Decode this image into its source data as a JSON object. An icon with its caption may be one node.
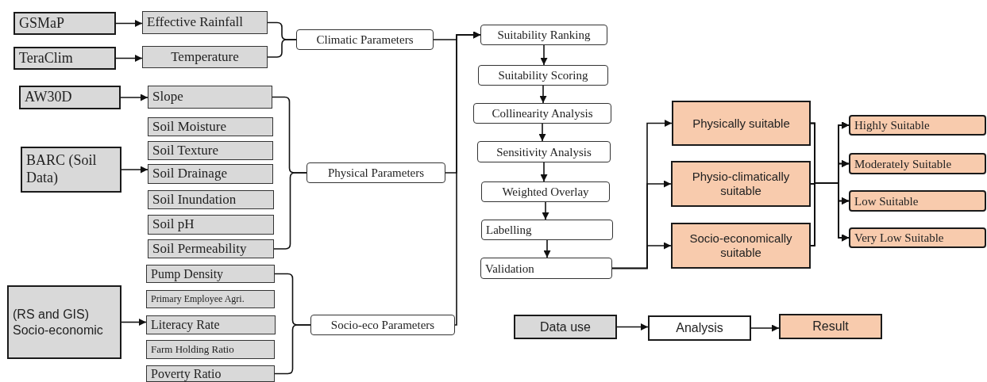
{
  "diagram": {
    "nodes": [
      {
        "text": [
          "GSMaP"
        ]
      },
      {
        "text": [
          "TeraClim"
        ]
      },
      {
        "text": [
          "AW30D"
        ]
      },
      {
        "text": [
          "BARC (Soil Data)"
        ]
      },
      {
        "text": [
          "(RS and GIS) Socio-economic"
        ]
      },
      {
        "text": [
          "Effective Rainfall"
        ]
      },
      {
        "text": [
          "Temperature"
        ]
      },
      {
        "text": [
          "Slope"
        ]
      },
      {
        "text": [
          "Soil Moisture"
        ]
      },
      {
        "text": [
          "Soil Texture"
        ]
      },
      {
        "text": [
          "Soil Drainage"
        ]
      },
      {
        "text": [
          "Soil Inundation"
        ]
      },
      {
        "text": [
          "Soil pH"
        ]
      },
      {
        "text": [
          "Soil Permeability"
        ]
      },
      {
        "text": [
          "Pump Density"
        ]
      },
      {
        "text": [
          "Primary Employee Agri."
        ]
      },
      {
        "text": [
          "Literacy Rate"
        ]
      },
      {
        "text": [
          "Farm Holding Ratio"
        ]
      },
      {
        "text": [
          "Poverty Ratio"
        ]
      },
      {
        "text": [
          "Climatic Parameters"
        ]
      },
      {
        "text": [
          "Physical Parameters"
        ]
      },
      {
        "text": [
          "Socio-eco Parameters"
        ]
      },
      {
        "text": [
          "Suitability Ranking"
        ]
      },
      {
        "text": [
          "Suitability Scoring"
        ]
      },
      {
        "text": [
          "Collinearity Analysis"
        ]
      },
      {
        "text": [
          "Sensitivity Analysis"
        ]
      },
      {
        "text": [
          "Weighted Overlay"
        ]
      },
      {
        "text": [
          "Labelling"
        ]
      },
      {
        "text": [
          "Validation"
        ]
      },
      {
        "text": [
          "Physically suitable"
        ]
      },
      {
        "text": [
          "Physio-climatically suitable"
        ]
      },
      {
        "text": [
          "Socio-economically suitable"
        ]
      },
      {
        "text": [
          "Highly Suitable"
        ]
      },
      {
        "text": [
          "Moderately Suitable"
        ]
      },
      {
        "text": [
          "Low Suitable"
        ]
      },
      {
        "text": [
          "Very Low Suitable"
        ]
      },
      {
        "text": [
          "Data use"
        ]
      },
      {
        "text": [
          "Analysis"
        ]
      },
      {
        "text": [
          "Result"
        ]
      }
    ],
    "edges": [
      {
        "from": 0,
        "to": 5,
        "arrow": "to"
      },
      {
        "from": 1,
        "to": 6,
        "arrow": "to"
      },
      {
        "from": 2,
        "to": 7,
        "arrow": "to"
      },
      {
        "from": 3,
        "to": 10,
        "arrow": "to"
      },
      {
        "from": 4,
        "to": 16,
        "arrow": "to"
      },
      {
        "from": 5,
        "to": 19,
        "arrow": "none"
      },
      {
        "from": 6,
        "to": 19,
        "arrow": "none"
      },
      {
        "from": 7,
        "to": 20,
        "arrow": "none"
      },
      {
        "from": 13,
        "to": 20,
        "arrow": "none"
      },
      {
        "from": 14,
        "to": 21,
        "arrow": "none"
      },
      {
        "from": 18,
        "to": 21,
        "arrow": "none"
      },
      {
        "from": 19,
        "to": 22,
        "arrow": "to"
      },
      {
        "from": 20,
        "to": 22,
        "arrow": "to"
      },
      {
        "from": 21,
        "to": 22,
        "arrow": "to"
      },
      {
        "from": 22,
        "to": 23,
        "arrow": "to"
      },
      {
        "from": 23,
        "to": 24,
        "arrow": "to"
      },
      {
        "from": 24,
        "to": 25,
        "arrow": "to"
      },
      {
        "from": 25,
        "to": 26,
        "arrow": "to"
      },
      {
        "from": 26,
        "to": 27,
        "arrow": "to"
      },
      {
        "from": 27,
        "to": 28,
        "arrow": "to"
      },
      {
        "from": 28,
        "to": 29,
        "arrow": "to"
      },
      {
        "from": 28,
        "to": 30,
        "arrow": "to"
      },
      {
        "from": 28,
        "to": 31,
        "arrow": "to"
      },
      {
        "from": 29,
        "to": 32,
        "arrow": "to"
      },
      {
        "from": 29,
        "to": 33,
        "arrow": "to"
      },
      {
        "from": 29,
        "to": 34,
        "arrow": "to"
      },
      {
        "from": 29,
        "to": 35,
        "arrow": "to"
      },
      {
        "from": 30,
        "to": 32,
        "arrow": "to"
      },
      {
        "from": 30,
        "to": 33,
        "arrow": "to"
      },
      {
        "from": 30,
        "to": 34,
        "arrow": "to"
      },
      {
        "from": 30,
        "to": 35,
        "arrow": "to"
      },
      {
        "from": 31,
        "to": 32,
        "arrow": "to"
      },
      {
        "from": 31,
        "to": 33,
        "arrow": "to"
      },
      {
        "from": 31,
        "to": 34,
        "arrow": "to"
      },
      {
        "from": 31,
        "to": 35,
        "arrow": "to"
      },
      {
        "from": 36,
        "to": 37,
        "arrow": "to"
      },
      {
        "from": 37,
        "to": 38,
        "arrow": "to"
      }
    ]
  }
}
